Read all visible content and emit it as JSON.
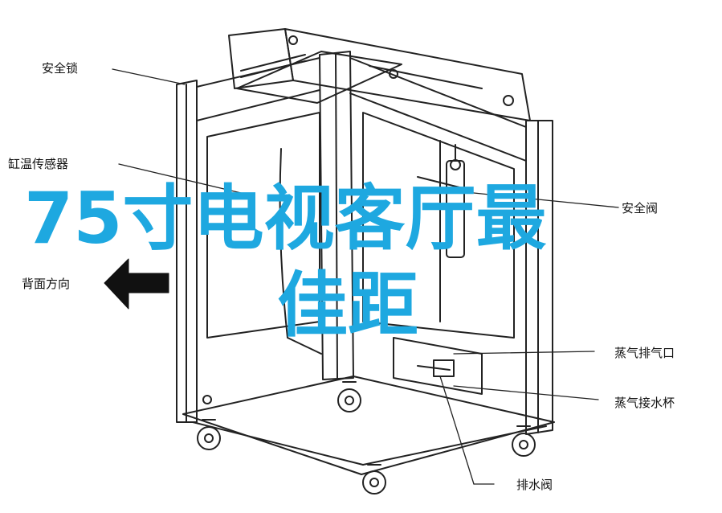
{
  "labels": {
    "safety_lock": "安全锁",
    "cylinder_sensor": "缸温传感器",
    "rear_direction": "背面方向",
    "safety_valve": "安全阀",
    "steam_outlet": "蒸气排气口",
    "steam_water_cup": "蒸气接水杯",
    "drain_valve": "排水阀"
  },
  "overlay": {
    "line1": "75寸电视客厅最",
    "line2": "佳距"
  },
  "colors": {
    "overlay_text": "#1ea8e0",
    "line_art": "#222222"
  }
}
